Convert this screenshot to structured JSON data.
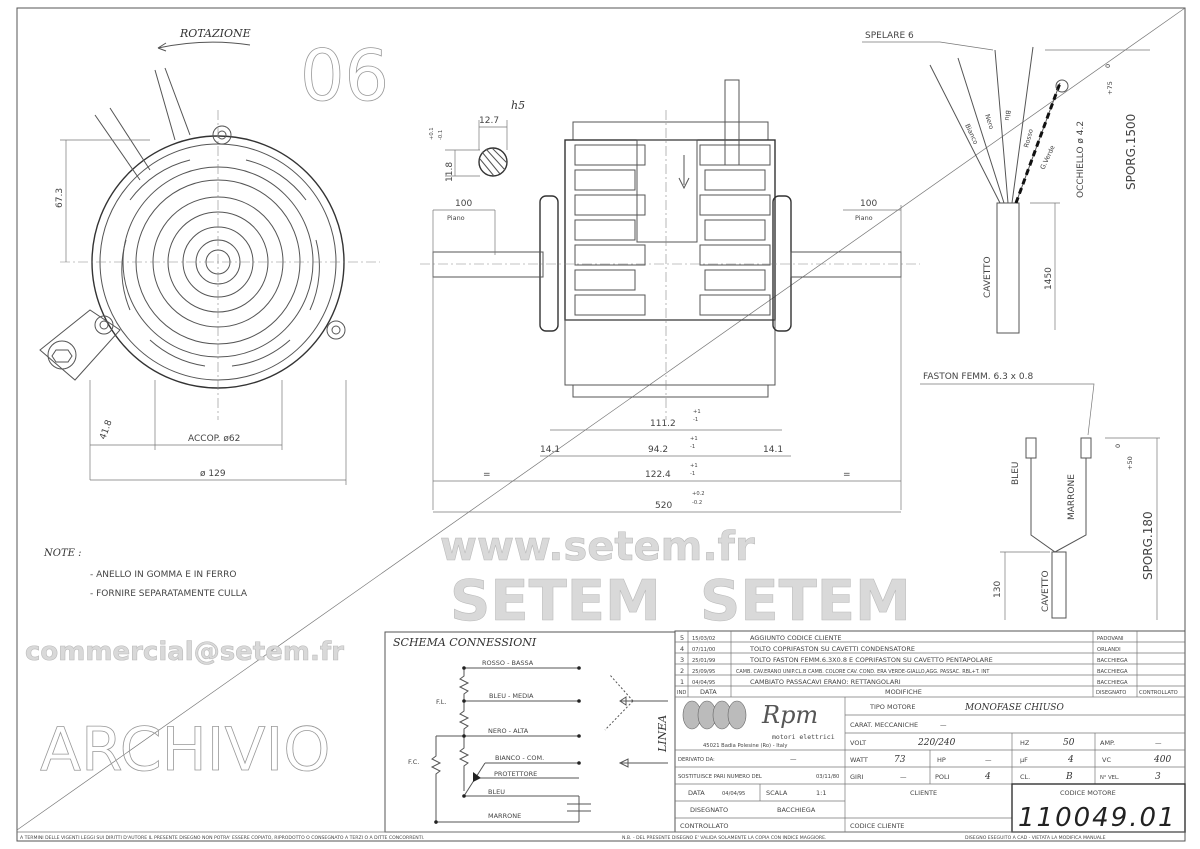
{
  "front_view": {
    "rotation_label": "ROTAZIONE",
    "dim_height": "67.3",
    "dim_offset": "41.8",
    "dim_spigot": "ACCOP. ø62",
    "dim_diameter": "ø 129"
  },
  "shaft_section": {
    "fit": "h5",
    "dim_width": "12.7",
    "dim_height": "11.8",
    "tol_plus": "+0.1",
    "tol_minus": "-0.1"
  },
  "side_view": {
    "left_shaft_len": "100",
    "left_shaft_note": "Piano",
    "right_shaft_len": "100",
    "right_shaft_note": "Piano",
    "dim_111": "111.2",
    "dim_111_tol": [
      "+1",
      "-1"
    ],
    "dim_94": "94.2",
    "dim_94_tol": [
      "+1",
      "-1"
    ],
    "dim_14_left": "14.1",
    "dim_14_right": "14.1",
    "dim_122": "122.4",
    "dim_122_tol": [
      "+1",
      "-1"
    ],
    "dim_total": "520",
    "dim_total_tol": [
      "+0.2",
      "-0.2"
    ],
    "equal_left": "=",
    "equal_right": "="
  },
  "cable_main": {
    "strip_label": "SPELARE 6",
    "wires": [
      "Bianco",
      "Nero",
      "Blu",
      "Rosso",
      "G.Verde"
    ],
    "eyelet": "OCCHIELLO ø 4.2",
    "cable_label": "CAVETTO",
    "cable_len": "1450",
    "protrusion": "SPORG.1500",
    "protrusion_tol": [
      "+75",
      "0"
    ]
  },
  "cable_cap": {
    "faston_label": "FASTON FEMM. 6.3 x 0.8",
    "wires": [
      "BLEU",
      "MARRONE"
    ],
    "cable_label": "CAVETTO",
    "cable_len": "130",
    "protrusion": "SPORG.180",
    "protrusion_tol": [
      "+50",
      "0"
    ]
  },
  "notes": {
    "title": "NOTE :",
    "items": [
      "- ANELLO IN GOMMA E IN FERRO",
      "- FORNIRE SEPARATAMENTE CULLA"
    ]
  },
  "schema": {
    "title": "SCHEMA CONNESSIONI",
    "labels": [
      "ROSSO - BASSA",
      "BLEU - MEDIA",
      "NERO - ALTA",
      "BIANCO - COM.",
      "PROTETTORE",
      "BLEU",
      "MARRONE"
    ],
    "fl": "F.L.",
    "fc": "F.C.",
    "linea": "LINEA"
  },
  "revisions": {
    "headers": [
      "IND",
      "DATA",
      "MODIFICHE",
      "DISEGNATO",
      "CONTROLLATO"
    ],
    "rows": [
      {
        "ind": "5",
        "date": "15/03/02",
        "change": "AGGIUNTO CODICE CLIENTE",
        "by": "PADOVANI"
      },
      {
        "ind": "4",
        "date": "07/11/00",
        "change": "TOLTO COPRIFASTON SU CAVETTI CONDENSATORE",
        "by": "ORLANDI"
      },
      {
        "ind": "3",
        "date": "25/01/99",
        "change": "TOLTO FASTON FEMM.6.3X0.8 E COPRIFASTON SU CAVETTO PENTAPOLARE",
        "by": "BACCHIEGA"
      },
      {
        "ind": "2",
        "date": "25/09/95",
        "change": "CAMB. CAV.ERANO UNIP.CL.B CAMB. COLORE CAV. COND. ERA VERDE-GIALLO,AGG. PASSAC. RBL+T. INT",
        "by": "BACCHIEGA"
      },
      {
        "ind": "1",
        "date": "04/04/95",
        "change": "CAMBIATO PASSACAVI ERANO: RETTANGOLARI",
        "by": "BACCHIEGA"
      }
    ]
  },
  "company": {
    "name": "Rpm",
    "tagline": "motori elettrici",
    "address": "45021 Badia Polesine (Ro) - Italy"
  },
  "title_block": {
    "derivato_label": "DERIVATO DA:",
    "derivato_value": "—",
    "sostituisce_label": "SOSTITUISCE PARI NUMERO DEL",
    "sostituisce_value": "03/11/80",
    "data_label": "DATA",
    "data_value": "04/04/95",
    "scala_label": "SCALA",
    "scala_value": "1:1",
    "disegnato_label": "DISEGNATO",
    "disegnato_value": "BACCHIEGA",
    "controllato_label": "CONTROLLATO",
    "tipo_label": "TIPO MOTORE",
    "tipo_value": "MONOFASE CHIUSO",
    "carat_label": "CARAT. MECCANICHE",
    "carat_value": "—",
    "volt_label": "VOLT",
    "volt_value": "220/240",
    "hz_label": "HZ",
    "hz_value": "50",
    "amp_label": "AMP.",
    "amp_value": "—",
    "watt_label": "WATT",
    "watt_value": "73",
    "hp_label": "HP",
    "hp_value": "—",
    "uf_label": "µF",
    "uf_value": "4",
    "vc_label": "VC",
    "vc_value": "400",
    "giri_label": "GIRI",
    "giri_value": "—",
    "poli_label": "POLI",
    "poli_value": "4",
    "cl_label": "CL.",
    "cl_value": "B",
    "vel_label": "N° VEL.",
    "vel_value": "3",
    "cliente_label": "CLIENTE",
    "codice_cliente_label": "CODICE CLIENTE",
    "codice_motore_label": "CODICE MOTORE",
    "codice_motore_value": "110049.01"
  },
  "footer": {
    "copyright": "A TERMINI DELLE VIGENTI LEGGI SUI DIRITTI D'AUTORE IL PRESENTE DISEGNO NON POTRA' ESSERE COPIATO, RIPRODOTTO O CONSEGNATO A TERZI O A DITTE CONCORRENTI.",
    "validity": "N.B. - DEL PRESENTE DISEGNO E' VALIDA SOLAMENTE LA COPIA CON INDICE MAGGIORE.",
    "cad": "DISEGNO ESEGUITO A CAD - VIETATA LA MODIFICA MANUALE"
  },
  "watermarks": [
    "www.setem.fr",
    "SETEM",
    "SETEM",
    "commercial@setem.fr",
    "ARCHIVIO",
    "06"
  ]
}
